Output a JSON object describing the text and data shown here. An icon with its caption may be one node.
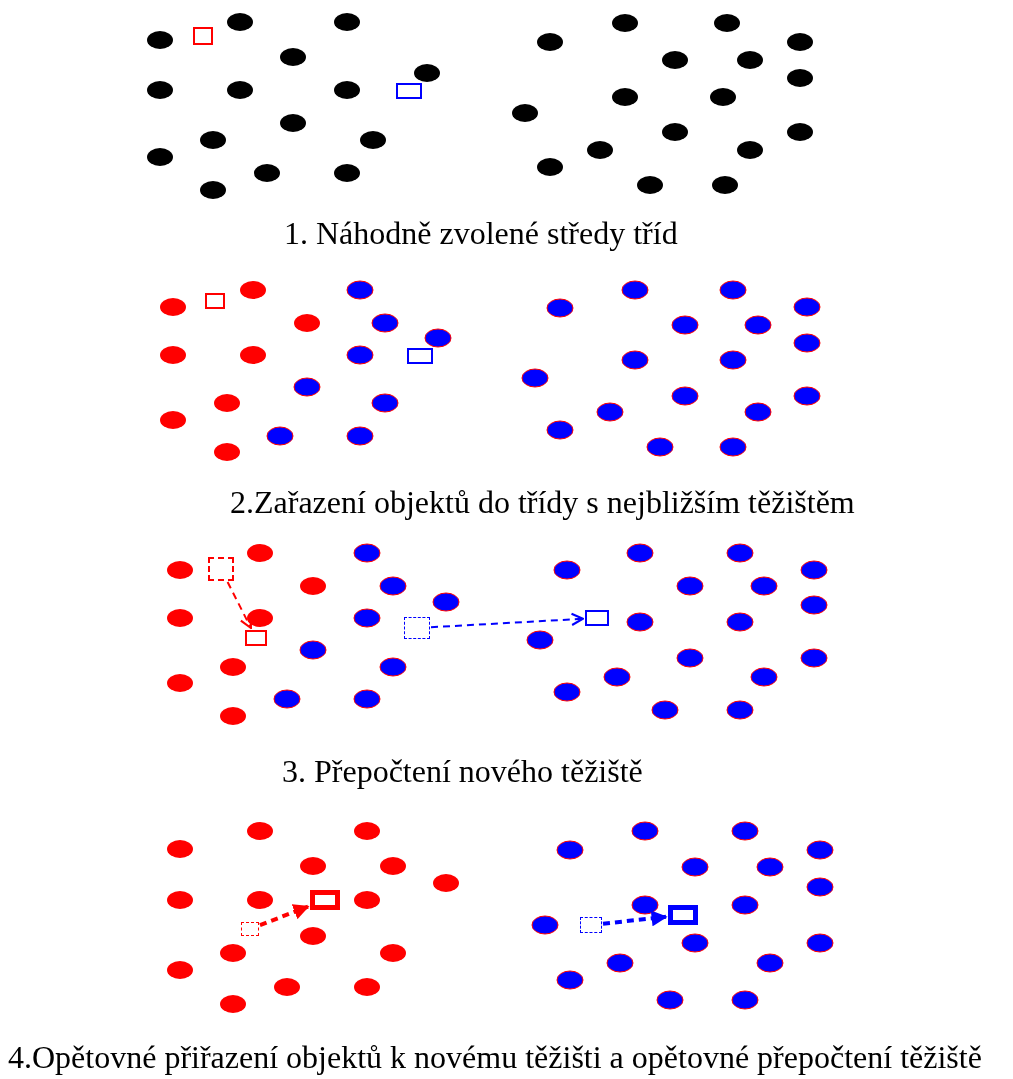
{
  "diagram": {
    "nodes": [
      {
        "text": [],
        "shape": "box"
      },
      {
        "text": [],
        "shape": "box"
      },
      {
        "text": [],
        "shape": "box"
      },
      {
        "text": [],
        "shape": "box"
      },
      {
        "text": [],
        "shape": "box"
      },
      {
        "text": [],
        "shape": "box"
      },
      {
        "text": [],
        "shape": "box"
      },
      {
        "text": [],
        "shape": "box"
      },
      {
        "text": [],
        "shape": "box"
      },
      {
        "text": [],
        "shape": "box"
      },
      {
        "text": [],
        "shape": "box"
      },
      {
        "text": [],
        "shape": "box"
      }
    ],
    "edges": [
      {
        "from": 4,
        "to": 5,
        "arrow": "to",
        "style": "dashed",
        "color": "#ff0000"
      },
      {
        "from": 6,
        "to": 7,
        "arrow": "to",
        "style": "dashed",
        "color": "#0000ff"
      },
      {
        "from": 8,
        "to": 9,
        "arrow": "to",
        "style": "dashed",
        "color": "#ff0000"
      },
      {
        "from": 10,
        "to": 11,
        "arrow": "to",
        "style": "dashed",
        "color": "#0000ff"
      }
    ],
    "labels": [
      "1. Náhodně zvolené středy tříd",
      "2.Zařazení objektů do třídy s nejbližším těžištěm",
      "3. Přepočtení nového těžiště",
      "4.Opětovné přiřazení objektů k novému těžišti a opětovné přepočtení těžiště"
    ]
  }
}
